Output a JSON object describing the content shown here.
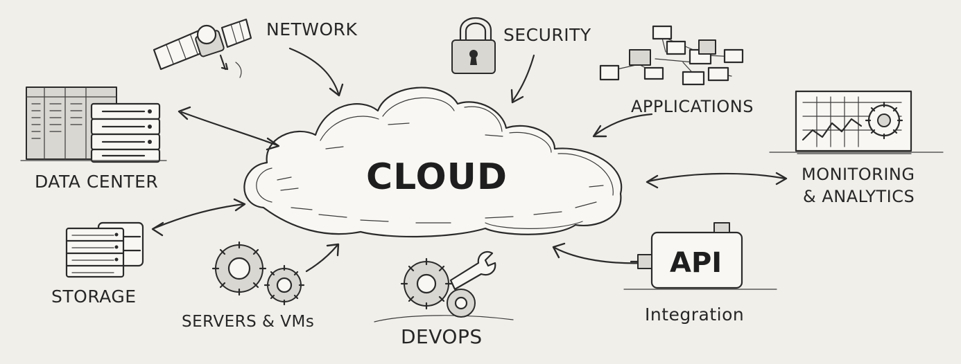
{
  "center": {
    "label": "CLOUD"
  },
  "nodes": {
    "network": "NETWORK",
    "security": "SECURITY",
    "applications": "APPLICATIONS",
    "data_center": "DATA CENTER",
    "monitoring_line1": "MONITORING",
    "monitoring_line2": "& ANALYTICS",
    "storage": "STORAGE",
    "servers": "SERVERS & VMs",
    "devops": "DEVOPS",
    "api_badge": "API",
    "integration": "Integration"
  },
  "icons": [
    "satellite-icon",
    "padlock-icon",
    "application-blocks-icon",
    "data-center-icon",
    "monitoring-chart-icon",
    "storage-icon",
    "servers-gears-icon",
    "devops-gears-icon",
    "api-plug-icon"
  ],
  "colors": {
    "background": "#f1efea",
    "ink": "#2a2a2a"
  }
}
